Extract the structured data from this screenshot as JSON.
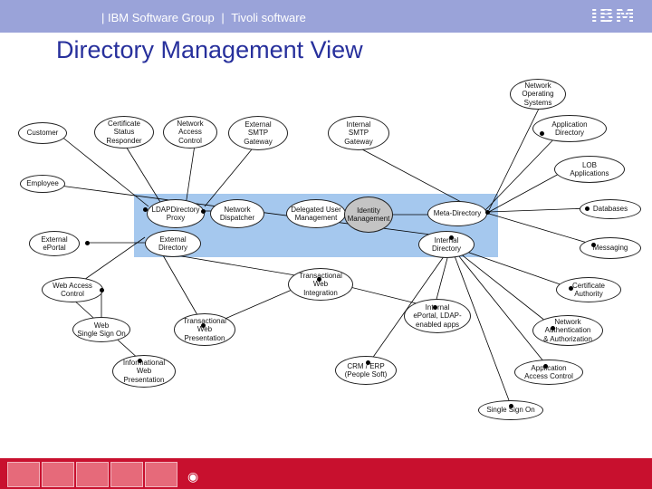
{
  "header": {
    "group": "IBM Software Group",
    "separator": "|",
    "product": "Tivoli software",
    "logo": "IBM"
  },
  "title": "Directory Management View",
  "nodes": {
    "network_os": "Network\nOperating\nSystems",
    "customer": "Customer",
    "cert_status_responder": "Certificate\nStatus\nResponder",
    "network_access_control": "Network\nAccess\nControl",
    "external_smtp_gateway": "External\nSMTP\nGateway",
    "internal_smtp_gateway": "Internal\nSMTP\nGateway",
    "application_directory": "Application\nDirectory",
    "lob_applications": "LOB\nApplications",
    "employee": "Employee",
    "ldap_directory_proxy": "LDAPDirectory\nProxy",
    "network_dispatcher": "Network\nDispatcher",
    "delegated_user_management": "Delegated User\nManagement",
    "identity_management": "Identity\nManagement",
    "meta_directory": "Meta-Directory",
    "databases": "Databases",
    "external_eportal": "External\nePortal",
    "external_directory": "External\nDirectory",
    "internal_directory": "Internal\nDirectory",
    "messaging": "Messaging",
    "transactional_web_integration": "Transactional\nWeb\nIntegration",
    "web_access_control": "Web Access\nControl",
    "certificate_authority": "Certificate\nAuthority",
    "internal_eportal": "Internal\nePortal, LDAP-\nenabled apps",
    "web_single_sign_on": "Web\nSingle Sign On",
    "transactional_web_presentation": "Transactional\nWeb\nPresentation",
    "network_authentication": "Network\nAuthentication\n& Authorization",
    "informational_web_presentation": "Informational\nWeb\nPresentation",
    "crm_erp": "CRM / ERP\n(People Soft)",
    "application_access_control": "Application\nAccess Control",
    "single_sign_on": "Single Sign On"
  },
  "colors": {
    "header_bar": "#9aa3d9",
    "title_text": "#27309c",
    "band": "#a5c8ee",
    "grey_node": "#c4c4c4",
    "footer": "#c8102e"
  },
  "icons": [
    "ibm-logo",
    "eye-icon"
  ]
}
